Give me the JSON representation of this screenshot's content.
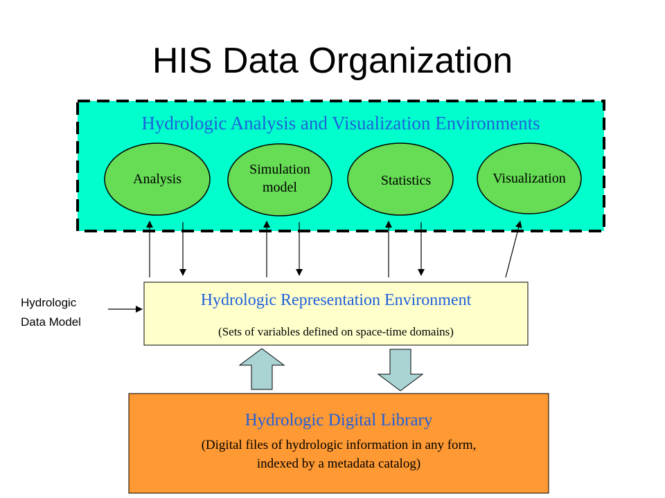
{
  "title": "HIS Data Organization",
  "analysis_env": {
    "title": "Hydrologic Analysis and Visualization Environments",
    "fill": "#00ffcc",
    "nodes": [
      {
        "line1": "Analysis",
        "line2": ""
      },
      {
        "line1": "Simulation",
        "line2": "model"
      },
      {
        "line1": "Statistics",
        "line2": ""
      },
      {
        "line1": "Visualization",
        "line2": ""
      }
    ],
    "node_fill": "#66dd55"
  },
  "representation_env": {
    "title": "Hydrologic Representation Environment",
    "subtitle": "(Sets of variables defined on space-time domains)",
    "fill": "#ffffcc"
  },
  "digital_library": {
    "title": "Hydrologic Digital Library",
    "desc_line1": "(Digital files of hydrologic information in any form,",
    "desc_line2": "indexed by a metadata catalog)",
    "fill": "#ff9933"
  },
  "data_model_label": {
    "line1": "Hydrologic",
    "line2": "Data Model"
  },
  "block_arrow_fill": "#aad4d4"
}
